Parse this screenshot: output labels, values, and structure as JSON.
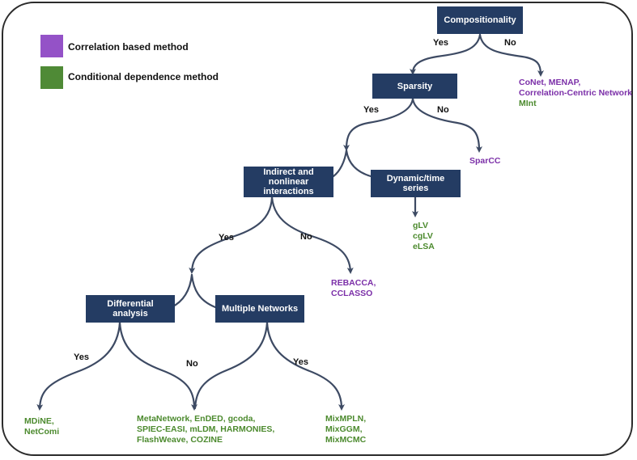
{
  "colors": {
    "node_bg": "#243c63",
    "edge": "#3d4a63",
    "correlation": "#7b2fa8",
    "conditional": "#4c8a2e",
    "legend_correlation": "#9452c7",
    "legend_conditional": "#4f8a36"
  },
  "legend": {
    "correlation": "Correlation based method",
    "conditional": "Conditional dependence method"
  },
  "nodes": {
    "compositionality": "Compositionality",
    "sparsity": "Sparsity",
    "indirect": "Indirect and nonlinear interactions",
    "dynamic": "Dynamic/time series",
    "differential": "Differential analysis",
    "multiple": "Multiple Networks"
  },
  "edge_labels": {
    "comp_yes": "Yes",
    "comp_no": "No",
    "spars_yes": "Yes",
    "spars_no": "No",
    "indirect_yes": "Yes",
    "indirect_no": "No",
    "diff_yes": "Yes",
    "mid_no": "No",
    "multi_yes": "Yes"
  },
  "methods": {
    "conet": [
      {
        "text": "CoNet, MENAP,",
        "kind": "correlation"
      },
      {
        "text": "Correlation-Centric Network",
        "kind": "correlation"
      },
      {
        "text": "MInt",
        "kind": "conditional"
      }
    ],
    "sparcc": [
      {
        "text": "SparCC",
        "kind": "correlation"
      }
    ],
    "glv": [
      {
        "text": "gLV",
        "kind": "conditional"
      },
      {
        "text": "cgLV",
        "kind": "conditional"
      },
      {
        "text": "eLSA",
        "kind": "conditional"
      }
    ],
    "rebacca": [
      {
        "text": "REBACCA,",
        "kind": "correlation"
      },
      {
        "text": "CCLASSO",
        "kind": "correlation"
      }
    ],
    "mdine": [
      {
        "text": "MDiNE,",
        "kind": "conditional"
      },
      {
        "text": "NetComi",
        "kind": "conditional"
      }
    ],
    "metanetwork": [
      {
        "text": "MetaNetwork, EnDED, gcoda,",
        "kind": "conditional"
      },
      {
        "text": "SPIEC-EASI, mLDM, HARMONIES,",
        "kind": "conditional"
      },
      {
        "text": "FlashWeave, COZINE",
        "kind": "conditional"
      }
    ],
    "mixmpln": [
      {
        "text": "MixMPLN,",
        "kind": "conditional"
      },
      {
        "text": "MixGGM,",
        "kind": "conditional"
      },
      {
        "text": "MixMCMC",
        "kind": "conditional"
      }
    ]
  }
}
